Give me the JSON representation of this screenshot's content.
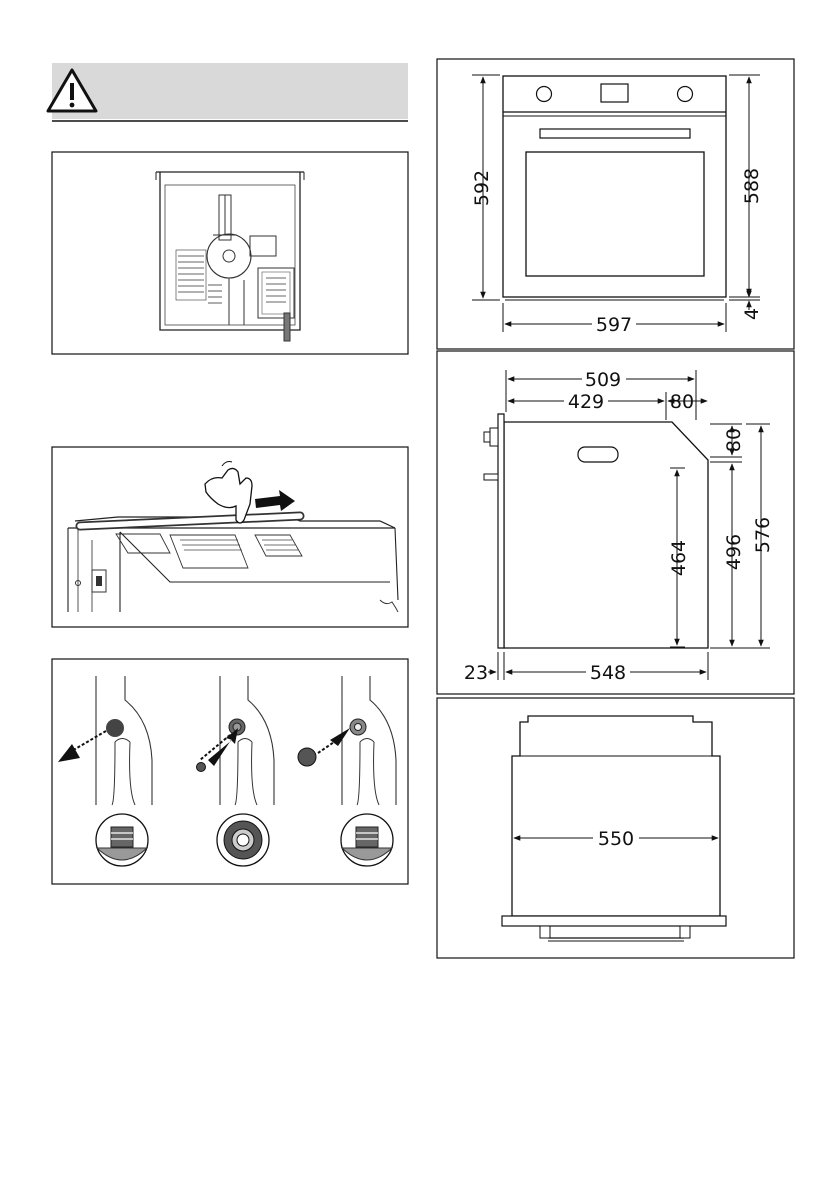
{
  "warning": {
    "icon": "warning-triangle-icon",
    "bar_color": "#d9d9d9"
  },
  "front_view": {
    "height_total": "592",
    "height_body": "588",
    "gap_bottom": "4",
    "width": "597"
  },
  "side_view": {
    "depth_total": "509",
    "depth_body": "429",
    "step_width": "80",
    "step_height": "80",
    "inner_height": "464",
    "body_height": "496",
    "total_height": "576",
    "front_offset": "23",
    "depth_bottom": "548"
  },
  "top_view": {
    "width": "550"
  }
}
